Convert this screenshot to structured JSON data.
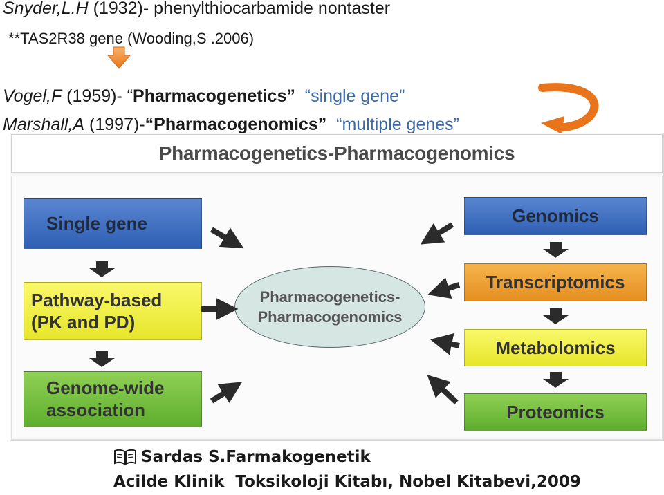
{
  "header": {
    "line1": {
      "author": "Snyder,L.H",
      "rest": " (1932)- phenylthiocarbamide nontaster"
    },
    "line2": "**TAS2R38 gene (Wooding,S .2006)",
    "line3": {
      "author": "Vogel,F",
      "year": " (1959)- ",
      "open_quote": "“",
      "term": "Pharmacogenetics”",
      "gap": "  ",
      "note": "“single gene”"
    },
    "line4": {
      "author": "Marshall,A",
      "year": " (1997)-",
      "open_quote": "“",
      "term": "Pharmacogenomics”",
      "gap": "  ",
      "note": "“multiple genes”"
    }
  },
  "diagram": {
    "title": "Pharmacogenetics-Pharmacogenomics",
    "center": {
      "line1": "Pharmacogenetics-",
      "line2": "Pharmacogenomics"
    },
    "left": [
      {
        "line1": "Single gene",
        "line2": ""
      },
      {
        "line1": "Pathway-based",
        "line2": "(PK and PD)"
      },
      {
        "line1": "Genome-wide",
        "line2": "association"
      }
    ],
    "right": [
      "Genomics",
      "Transcriptomics",
      "Metabolomics",
      "Proteomics"
    ]
  },
  "reference": {
    "icon": "book-icon",
    "line1": "Sardas S.Farmakogenetik",
    "line2": "Acilde Klinik  Toksikoloji Kitabı, Nobel Kitabevi,2009"
  },
  "colors": {
    "arrow_orange": "#f0862a",
    "box_blue": "#3a68bc",
    "box_yellow": "#f0ef45",
    "box_green": "#74c040",
    "box_orange": "#ee9d32",
    "ellipse_fill": "#d6e6e3",
    "quote_note": "#3a6aa8"
  }
}
